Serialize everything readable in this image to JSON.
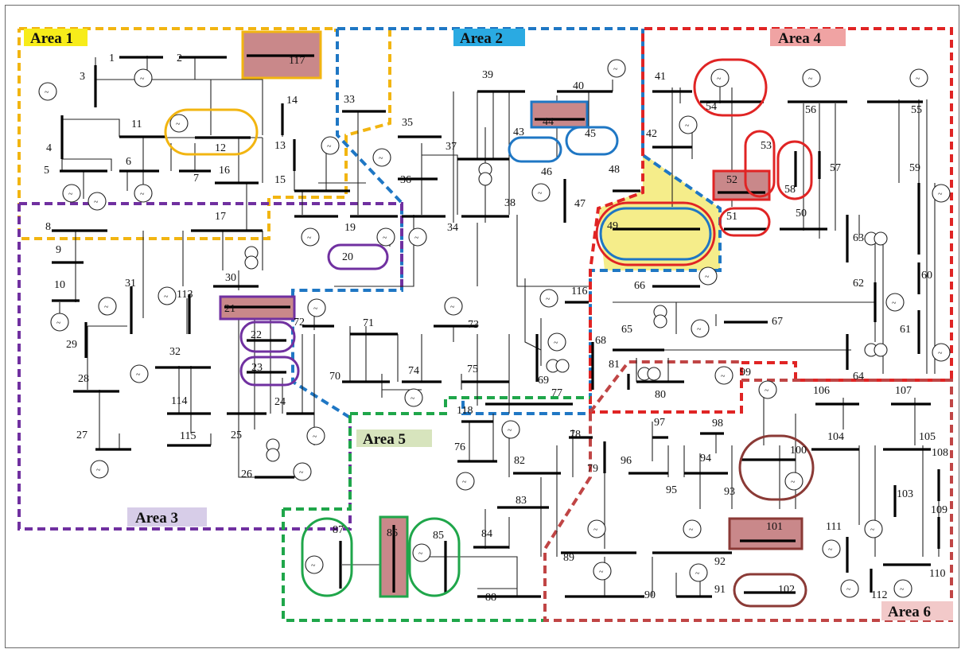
{
  "figure": {
    "colors": {
      "area1": "#f2b511",
      "area2": "#1f77c4",
      "area3": "#7030a0",
      "area4": "#e02424",
      "area5": "#1fa64a",
      "area6": "#c04545",
      "highlight_bus": "#c9888a",
      "yellow_fill": "#f5ed8a",
      "wire": "#222222"
    },
    "areas": [
      {
        "id": "area1",
        "label": "Area 1",
        "label_bg": "#f7ec1a"
      },
      {
        "id": "area2",
        "label": "Area 2",
        "label_bg": "#2aaae2"
      },
      {
        "id": "area3",
        "label": "Area 3",
        "label_bg": "#d7cde8"
      },
      {
        "id": "area4",
        "label": "Area 4",
        "label_bg": "#f0a3a3"
      },
      {
        "id": "area5",
        "label": "Area 5",
        "label_bg": "#d7e4bd"
      },
      {
        "id": "area6",
        "label": "Area 6",
        "label_bg": "#f2c9c9"
      }
    ],
    "generator_symbol": "~",
    "bus_labels": [
      "1",
      "2",
      "3",
      "4",
      "5",
      "6",
      "7",
      "8",
      "9",
      "10",
      "11",
      "12",
      "13",
      "14",
      "15",
      "16",
      "17",
      "19",
      "20",
      "21",
      "22",
      "23",
      "24",
      "25",
      "26",
      "27",
      "28",
      "29",
      "30",
      "31",
      "32",
      "33",
      "34",
      "35",
      "36",
      "37",
      "38",
      "39",
      "40",
      "41",
      "42",
      "43",
      "44",
      "45",
      "46",
      "47",
      "48",
      "49",
      "50",
      "51",
      "52",
      "53",
      "54",
      "55",
      "56",
      "57",
      "58",
      "59",
      "60",
      "61",
      "62",
      "63",
      "64",
      "65",
      "66",
      "67",
      "68",
      "69",
      "70",
      "71",
      "72",
      "73",
      "74",
      "75",
      "76",
      "77",
      "78",
      "79",
      "80",
      "81",
      "82",
      "83",
      "84",
      "85",
      "86",
      "87",
      "88",
      "89",
      "90",
      "91",
      "92",
      "93",
      "94",
      "95",
      "96",
      "97",
      "98",
      "99",
      "100",
      "101",
      "102",
      "103",
      "104",
      "105",
      "106",
      "107",
      "108",
      "109",
      "110",
      "111",
      "112",
      "113",
      "114",
      "115",
      "116",
      "117",
      "118"
    ]
  }
}
